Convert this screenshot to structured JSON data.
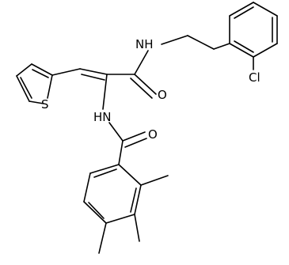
{
  "atom_labels": {
    "nh_amide1": "NH",
    "nh_amide2": "HN",
    "o_carbonyl1": "O",
    "o_carbonyl2": "O",
    "sulfur": "S",
    "chlorine": "Cl"
  }
}
